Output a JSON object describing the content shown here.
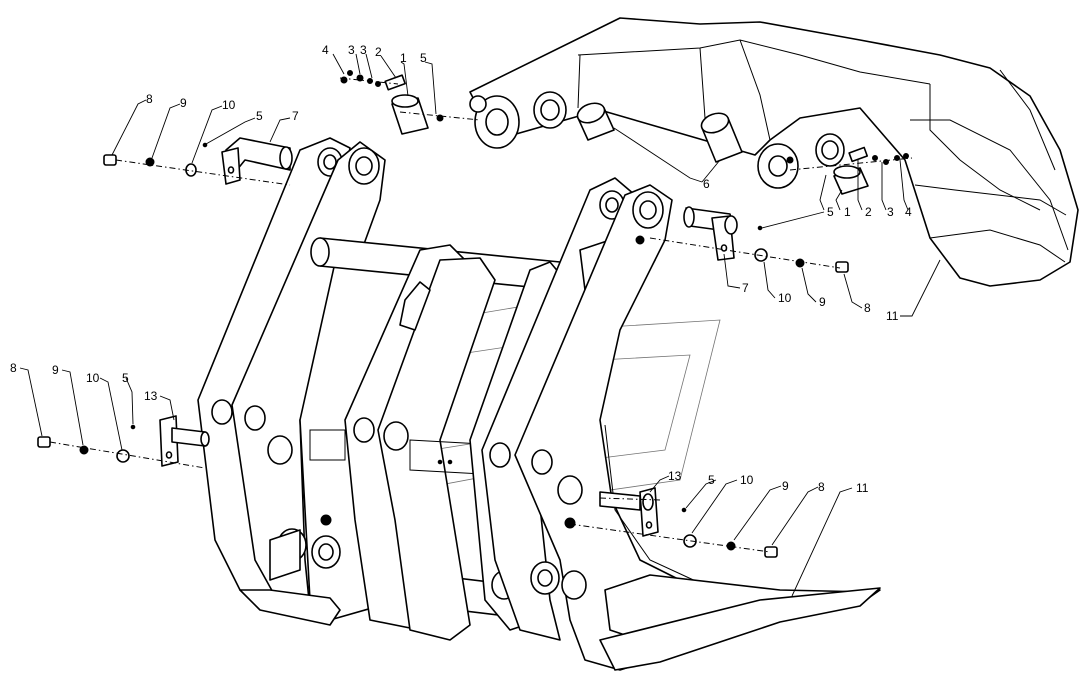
{
  "callouts": [
    {
      "id": "c1",
      "text": "4"
    },
    {
      "id": "c2",
      "text": "3"
    },
    {
      "id": "c3",
      "text": "3"
    },
    {
      "id": "c4",
      "text": "2"
    },
    {
      "id": "c5",
      "text": "1"
    },
    {
      "id": "c6",
      "text": "5"
    },
    {
      "id": "c7",
      "text": "8"
    },
    {
      "id": "c8",
      "text": "9"
    },
    {
      "id": "c9",
      "text": "10"
    },
    {
      "id": "c10",
      "text": "5"
    },
    {
      "id": "c11",
      "text": "7"
    },
    {
      "id": "c12",
      "text": "6"
    },
    {
      "id": "c13",
      "text": "5"
    },
    {
      "id": "c14",
      "text": "1"
    },
    {
      "id": "c15",
      "text": "2"
    },
    {
      "id": "c16",
      "text": "3"
    },
    {
      "id": "c17",
      "text": "4"
    },
    {
      "id": "c18",
      "text": "7"
    },
    {
      "id": "c19",
      "text": "10"
    },
    {
      "id": "c20",
      "text": "9"
    },
    {
      "id": "c21",
      "text": "8"
    },
    {
      "id": "c22",
      "text": "11"
    },
    {
      "id": "c23",
      "text": "8"
    },
    {
      "id": "c24",
      "text": "9"
    },
    {
      "id": "c25",
      "text": "10"
    },
    {
      "id": "c26",
      "text": "5"
    },
    {
      "id": "c27",
      "text": "13"
    },
    {
      "id": "c28",
      "text": "13"
    },
    {
      "id": "c29",
      "text": "5"
    },
    {
      "id": "c30",
      "text": "10"
    },
    {
      "id": "c31",
      "text": "9"
    },
    {
      "id": "c32",
      "text": "8"
    },
    {
      "id": "c33",
      "text": "11"
    }
  ]
}
